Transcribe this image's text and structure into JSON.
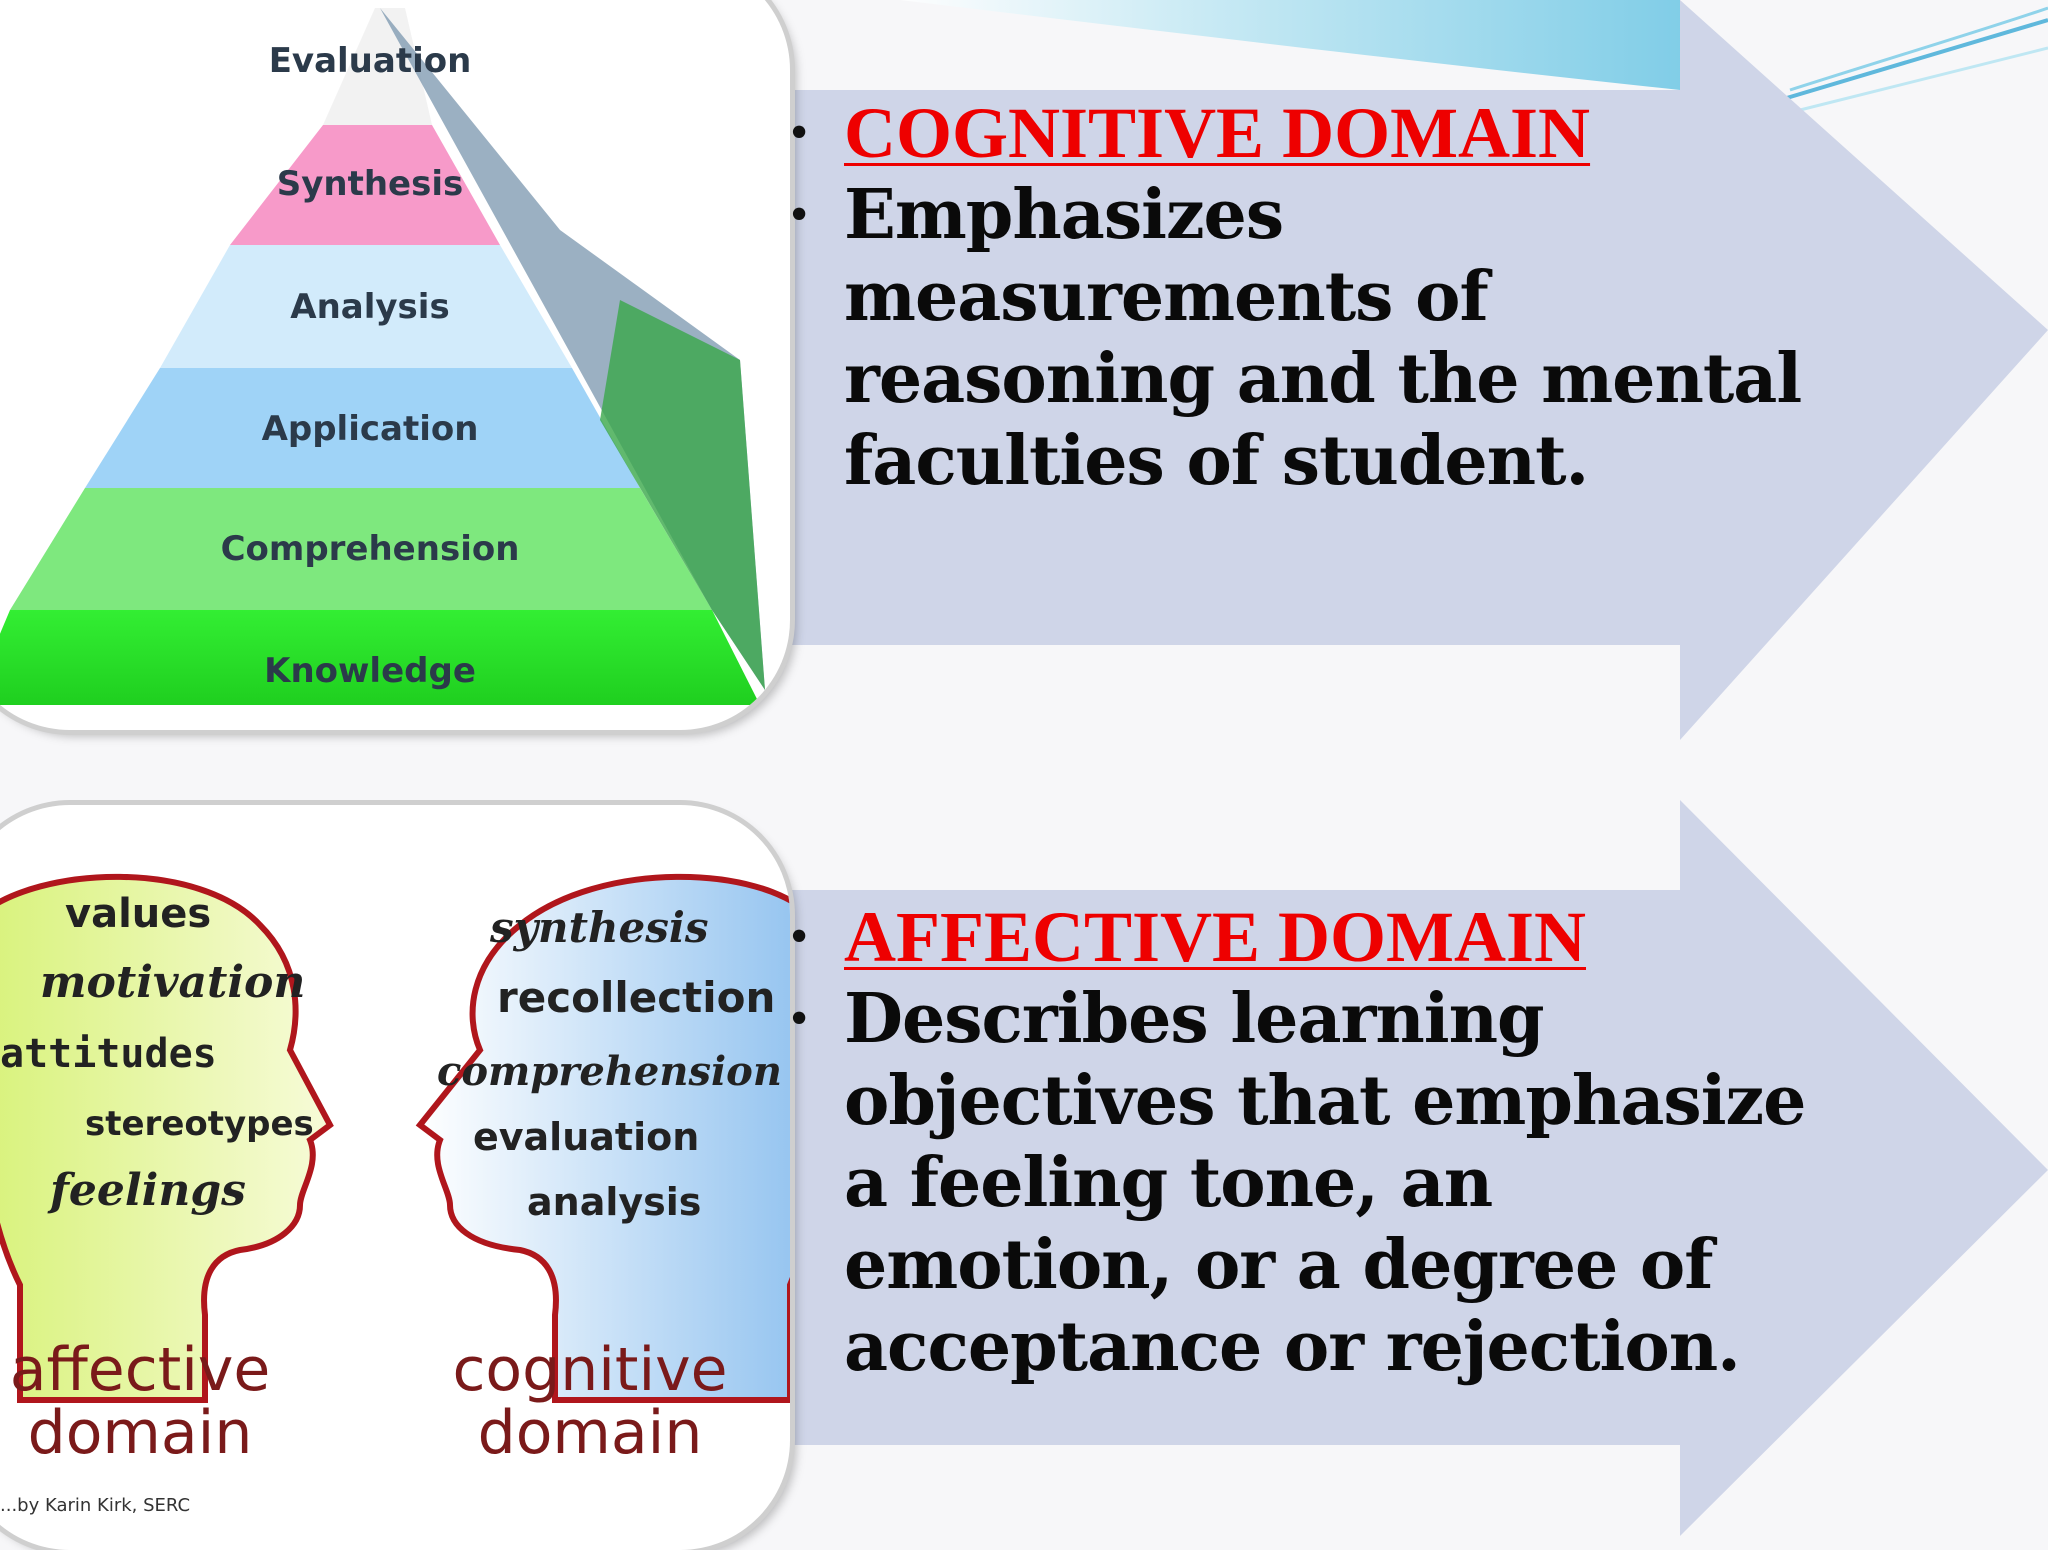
{
  "colors": {
    "heading_red": "#ee0000",
    "arrow_fill": "#cfd5e8",
    "wave_blue": "#8fd3ea",
    "head_outline": "#b0161c"
  },
  "cognitive": {
    "heading": "COGNITIVE DOMAIN",
    "body_lines": [
      "Emphasizes",
      "measurements of",
      "reasoning and the mental",
      "faculties of student."
    ]
  },
  "affective": {
    "heading": "AFFECTIVE DOMAIN",
    "body_lines": [
      "Describes learning",
      "objectives that emphasize",
      "a feeling tone, an",
      "emotion, or a degree of",
      "acceptance or rejection."
    ]
  },
  "pyramid": {
    "levels": [
      "Evaluation",
      "Synthesis",
      "Analysis",
      "Application",
      "Comprehension",
      "Knowledge"
    ]
  },
  "heads": {
    "affective_words": [
      "values",
      "motivation",
      "attitudes",
      "stereotypes",
      "feelings"
    ],
    "cognitive_words": [
      "synthesis",
      "recollection",
      "comprehension",
      "evaluation",
      "analysis"
    ],
    "affective_label_1": "affective",
    "affective_label_2": "domain",
    "cognitive_label_1": "cognitive",
    "cognitive_label_2": "domain",
    "credit": "...by Karin Kirk, SERC"
  }
}
